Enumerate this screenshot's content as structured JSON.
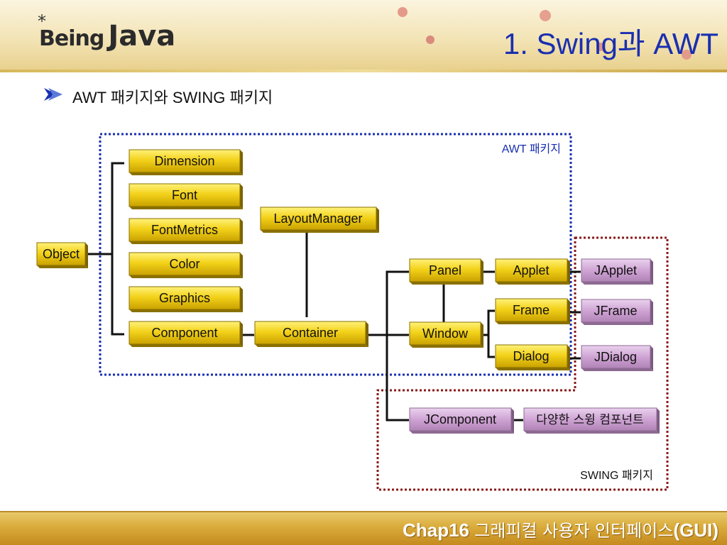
{
  "header": {
    "logo_prefix": "Being",
    "logo_suffix": "Java",
    "logo_star": "*",
    "title": "1. Swing과 AWT"
  },
  "subtitle": "AWT 패키지와 SWING 패키지",
  "regions": {
    "awt_label": "AWT 패키지",
    "swing_label": "SWING 패키지",
    "awt_color": "#1a2fb0",
    "swing_color": "#8a1a1a"
  },
  "colors": {
    "awt_box": "#e0c000",
    "swing_box": "#c9a0cf"
  },
  "nodes": {
    "object": "Object",
    "dimension": "Dimension",
    "font": "Font",
    "fontmetrics": "FontMetrics",
    "color": "Color",
    "graphics": "Graphics",
    "component": "Component",
    "layoutmanager": "LayoutManager",
    "container": "Container",
    "panel": "Panel",
    "window": "Window",
    "applet": "Applet",
    "frame": "Frame",
    "dialog": "Dialog",
    "japplet": "JApplet",
    "jframe": "JFrame",
    "jdialog": "JDialog",
    "jcomponent": "JComponent",
    "swing_components": "다양한 스윙 컴포넌트"
  },
  "footer": {
    "chapter": "Chap16",
    "text": "그래피컬 사용자 인터페이스",
    "suffix": "(GUI)"
  }
}
